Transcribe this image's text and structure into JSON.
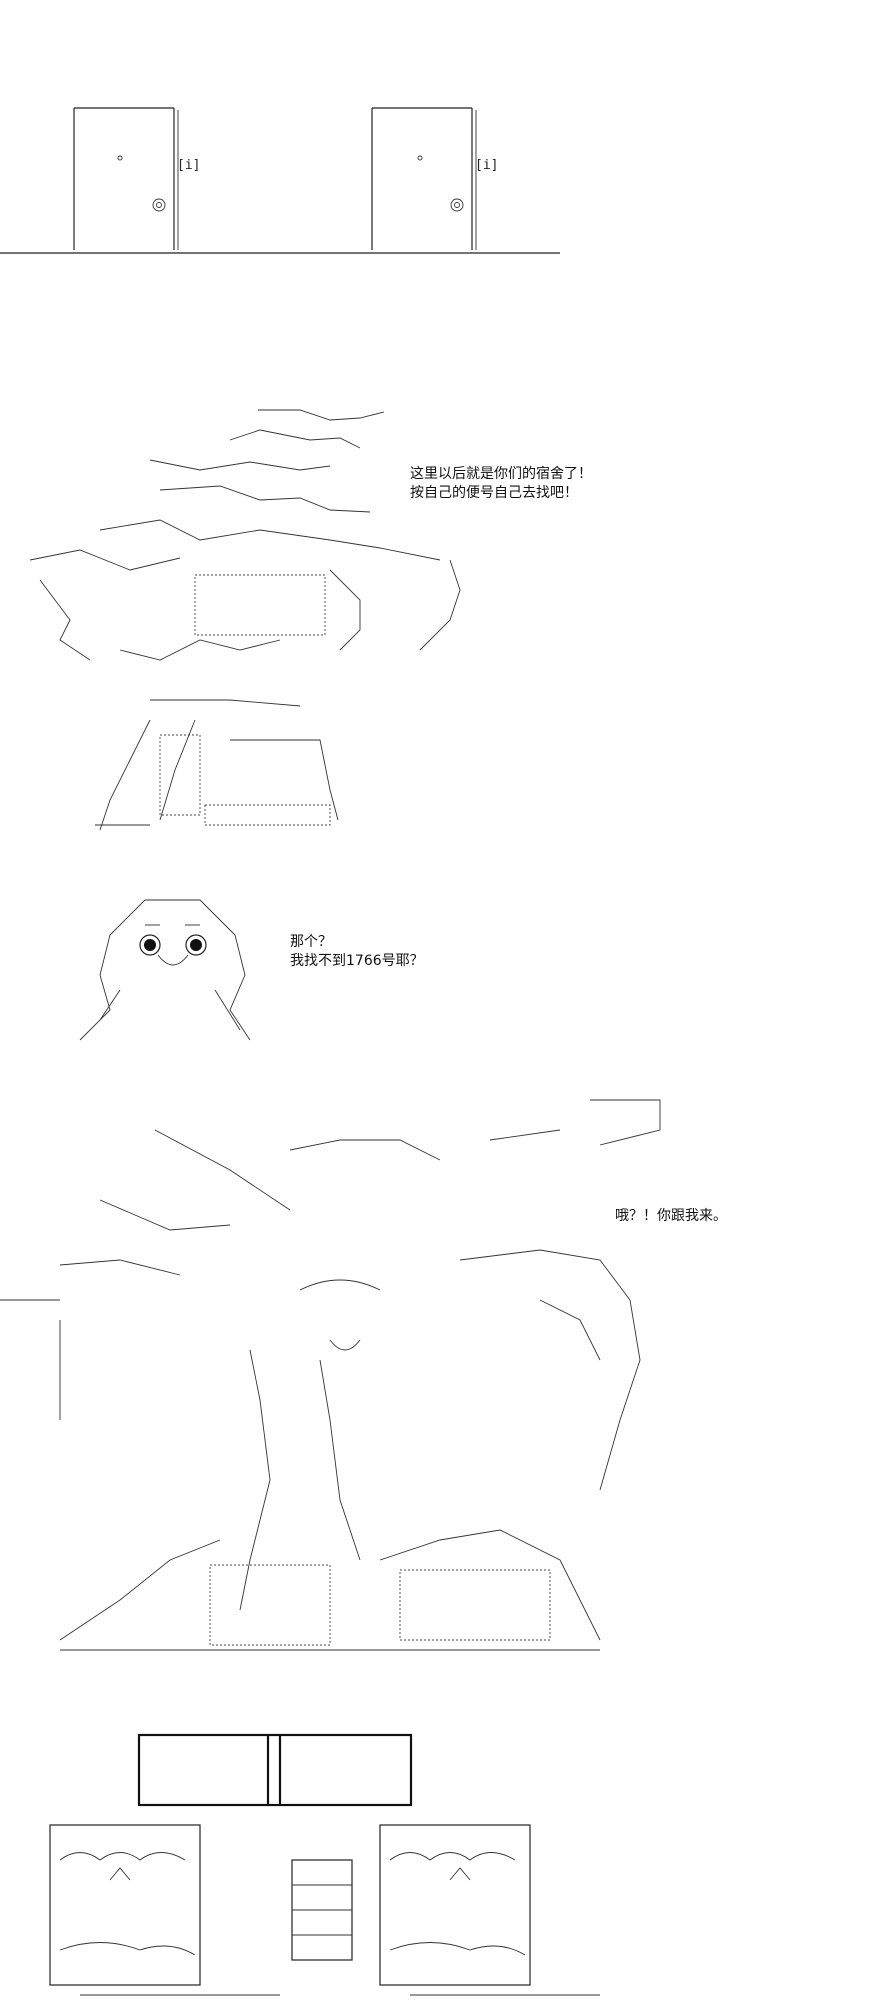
{
  "panel1": {
    "door_marks": [
      "[i]",
      "[i]"
    ]
  },
  "panel2": {
    "dialogue": [
      "这里以后就是你们的宿舍了！",
      "按自己的便号自己去找吧！"
    ]
  },
  "panel3": {
    "dialogue": [
      "那个？",
      "我找不到1766号耶？"
    ]
  },
  "panel4": {
    "dialogue": [
      "哦？！你跟我来。"
    ]
  },
  "colors": {
    "ink": "#111111",
    "background": "#ffffff"
  },
  "icons": [
    "door-icon",
    "door-knob-icon"
  ]
}
